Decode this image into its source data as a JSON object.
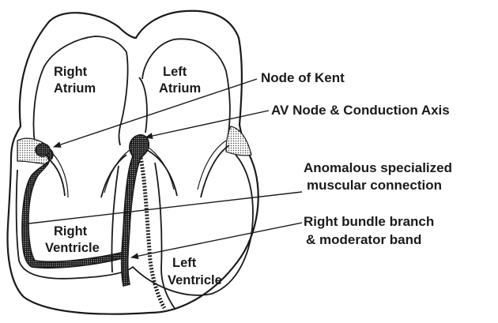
{
  "chambers": {
    "right_atrium": [
      "Right",
      "Atrium"
    ],
    "left_atrium": [
      "Left",
      "Atrium"
    ],
    "right_ventricle": [
      "Right",
      "Ventricle"
    ],
    "left_ventricle": [
      "Left",
      "Ventricle"
    ]
  },
  "callouts": {
    "node_of_kent": "Node of Kent",
    "av_node": "AV Node & Conduction Axis",
    "anomalous": [
      "Anomalous specialized",
      "muscular connection"
    ],
    "right_bundle": [
      "Right bundle branch",
      "& moderator band"
    ]
  },
  "colors": {
    "ink": "#1a1a1a",
    "background": "#ffffff",
    "stipple": "#444444"
  }
}
